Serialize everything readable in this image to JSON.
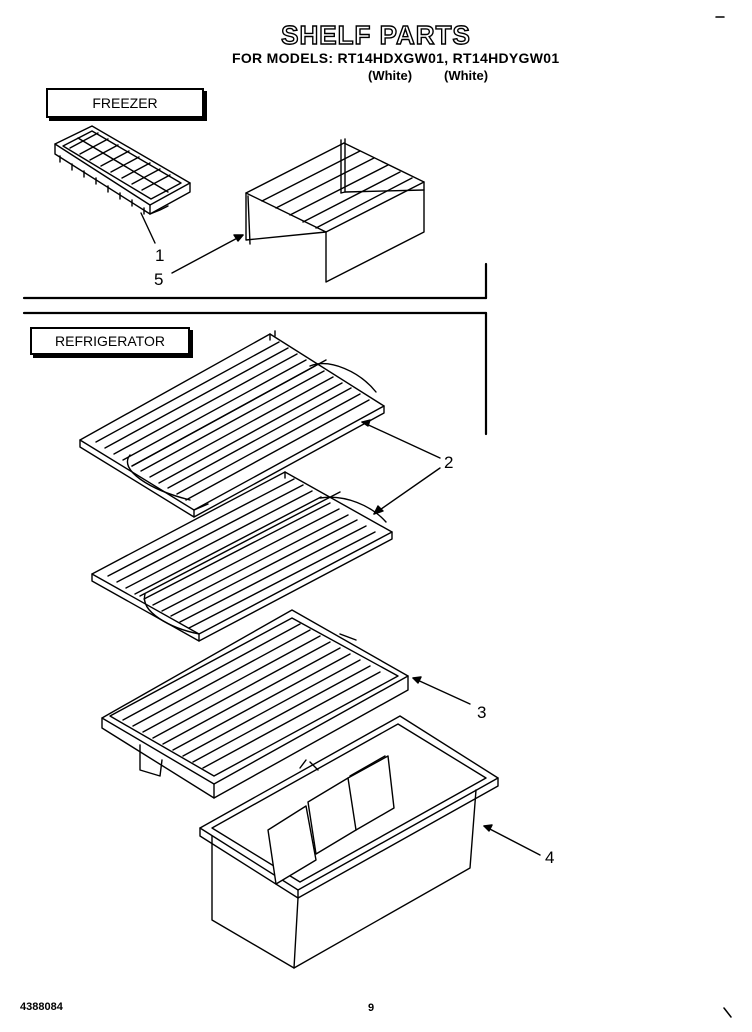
{
  "header": {
    "title": "SHELF PARTS",
    "models_line": "FOR MODELS: RT14HDXGW01, RT14HDYGW01",
    "model_color_1": "(White)",
    "model_color_2": "(White)"
  },
  "sections": {
    "freezer_label": "FREEZER",
    "refrigerator_label": "REFRIGERATOR"
  },
  "callouts": {
    "ice_tray": "1",
    "freezer_shelf": "5",
    "wire_shelves": "2",
    "crisper_cover": "3",
    "crisper_pan": "4"
  },
  "footer": {
    "document_number": "4388084",
    "page_number": "9"
  }
}
